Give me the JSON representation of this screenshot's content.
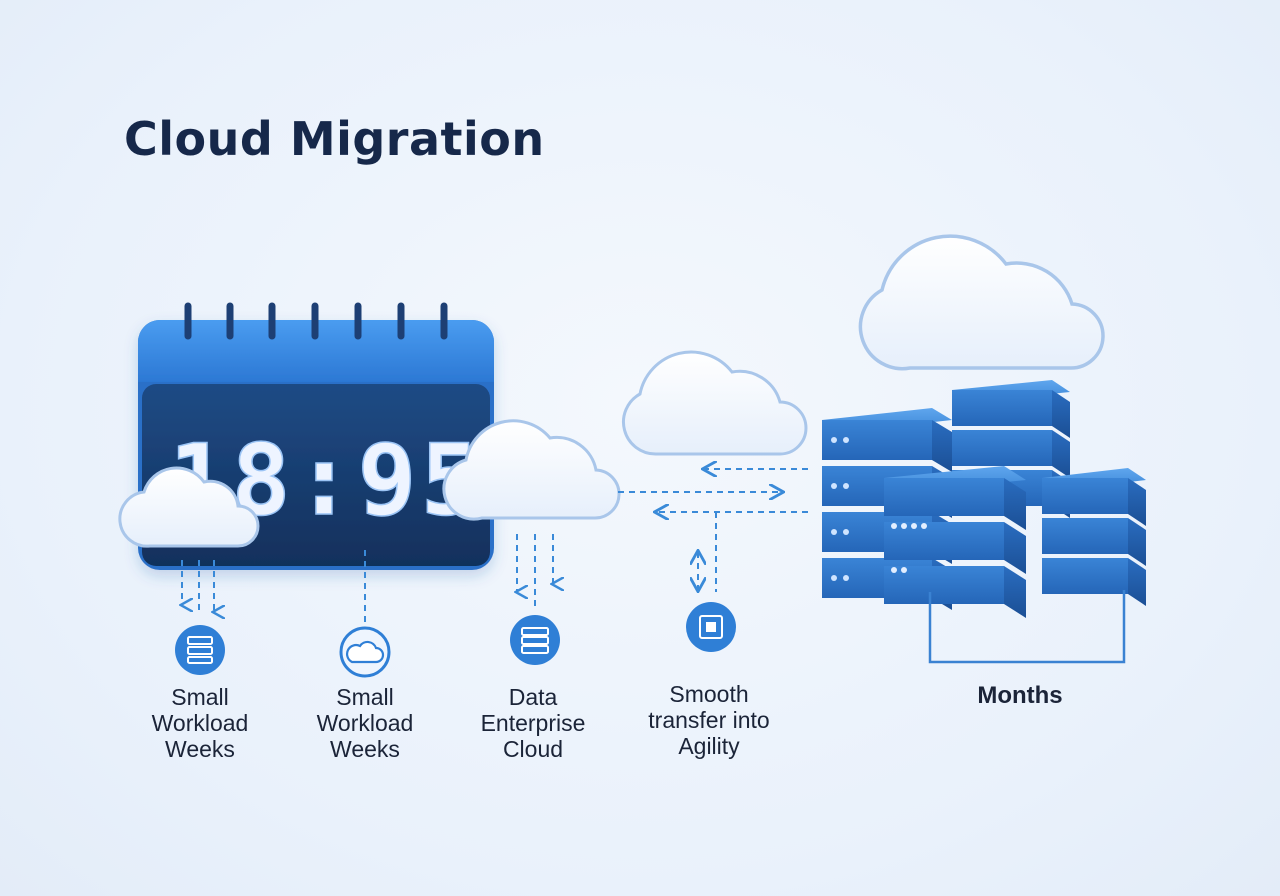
{
  "title": "Cloud Migration",
  "clock": {
    "display": "18:95"
  },
  "steps": [
    {
      "icon": "server-rack-icon",
      "lines": [
        "Small",
        "Workload",
        "Weeks"
      ]
    },
    {
      "icon": "cloud-icon",
      "lines": [
        "Small",
        "Workload",
        "Weeks"
      ]
    },
    {
      "icon": "database-icon",
      "lines": [
        "Data",
        "Enterprise",
        "Cloud"
      ]
    },
    {
      "icon": "chip-icon",
      "lines": [
        "Smooth",
        "transfer into",
        "Agility"
      ]
    }
  ],
  "destination": {
    "label": "Months"
  },
  "colors": {
    "title": "#16284a",
    "accent_blue": "#2f7fd6",
    "calendar_header": "#3b8ee6",
    "calendar_body": "#163a6e",
    "cloud_fill": "#f6f9fe",
    "cloud_stroke": "#a9c6ea",
    "server_blue": "#3d85d4",
    "dashed_line": "#3a8ad8"
  }
}
